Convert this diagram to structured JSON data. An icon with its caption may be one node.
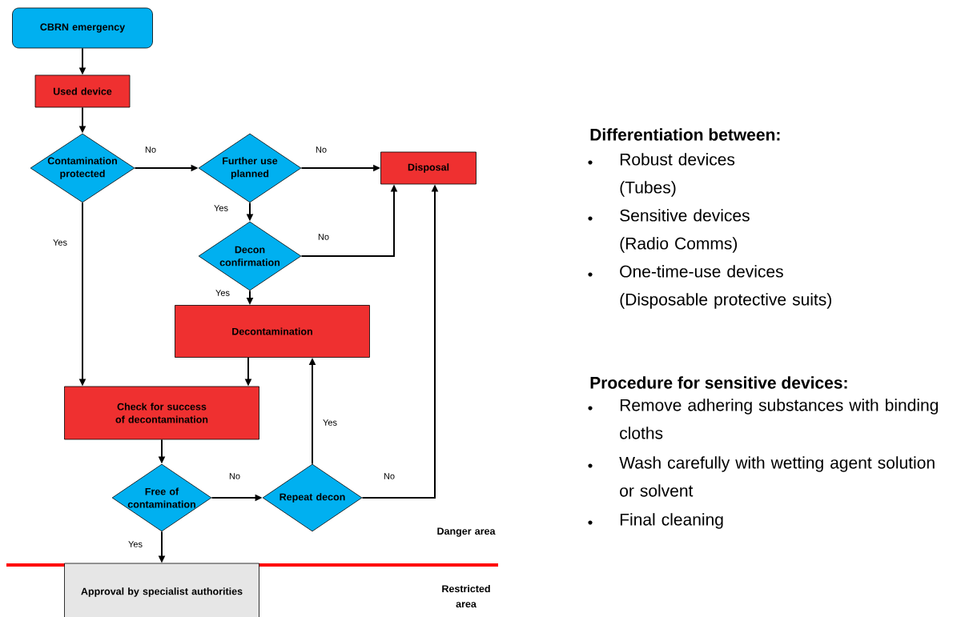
{
  "diagram": {
    "nodes": [
      {
        "text": [
          "CBRN emergency"
        ]
      },
      {
        "text": [
          "Used device"
        ]
      },
      {
        "text": [
          "Contamination protected"
        ]
      },
      {
        "text": [
          "Further use planned"
        ]
      },
      {
        "text": [
          "Disposal"
        ]
      },
      {
        "text": [
          "Decon confirmation"
        ]
      },
      {
        "text": [
          "Decontamination"
        ]
      },
      {
        "text": [
          "Check for success of decontamination"
        ]
      },
      {
        "text": [
          "Free of contamination"
        ]
      },
      {
        "text": [
          "Repeat decon"
        ]
      },
      {
        "text": [
          "Approval by specialist authorities"
        ]
      }
    ],
    "edges": [
      {
        "from": 0,
        "to": 1,
        "arrow": "to"
      },
      {
        "from": 1,
        "to": 2,
        "arrow": "to"
      },
      {
        "from": 2,
        "to": 3,
        "arrow": "to",
        "label": "No"
      },
      {
        "from": 3,
        "to": 4,
        "arrow": "to",
        "label": "No"
      },
      {
        "from": 3,
        "to": 5,
        "arrow": "to",
        "label": "Yes"
      },
      {
        "from": 5,
        "to": 4,
        "arrow": "to",
        "label": "No"
      },
      {
        "from": 5,
        "to": 6,
        "arrow": "to",
        "label": "Yes"
      },
      {
        "from": 2,
        "to": 7,
        "arrow": "to",
        "label": "Yes"
      },
      {
        "from": 6,
        "to": 7,
        "arrow": "to"
      },
      {
        "from": 7,
        "to": 8,
        "arrow": "to"
      },
      {
        "from": 8,
        "to": 9,
        "arrow": "to",
        "label": "No"
      },
      {
        "from": 9,
        "to": 6,
        "arrow": "to",
        "label": "Yes"
      },
      {
        "from": 9,
        "to": 4,
        "arrow": "to",
        "label": "No"
      },
      {
        "from": 8,
        "to": 10,
        "arrow": "to",
        "label": "Yes"
      }
    ],
    "labels": [
      "Differentiation between:",
      "Robust devices",
      "(Tubes)",
      "Sensitive devices",
      "(Radio Comms)",
      "One-time-use devices",
      "(Disposable protective suits)",
      "Procedure for sensitive devices:",
      "Remove adhering substances with binding cloths",
      "Wash carefully with wetting agent solution or solvent",
      "Final cleaning",
      "Danger area",
      "Restricted area"
    ]
  }
}
